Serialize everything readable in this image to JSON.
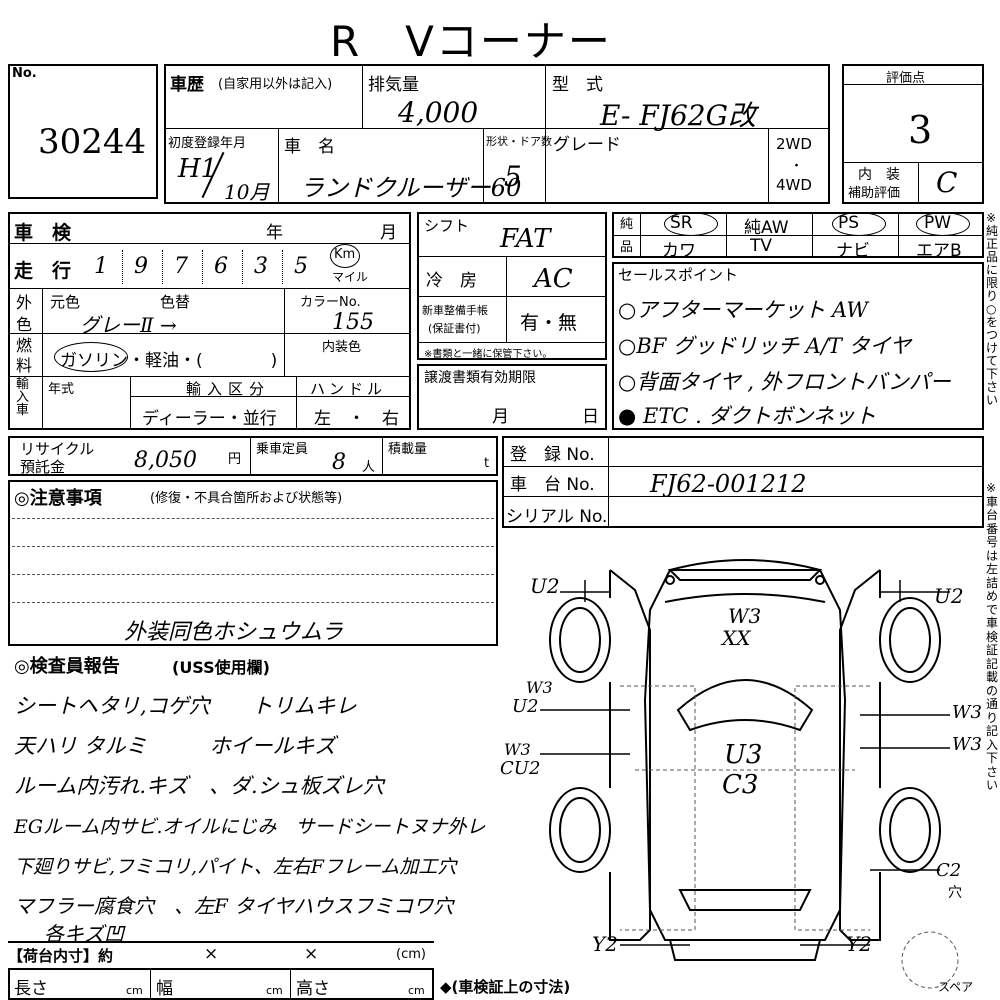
{
  "header": {
    "title": "R　Vコーナー"
  },
  "record": {
    "no_label": "No.",
    "no_value": "30244",
    "history_label": "車歴",
    "history_note": "(自家用以外は記入)",
    "displacement_label": "排気量",
    "displacement_value": "4,000",
    "model_label": "型　式",
    "model_value": "E- FJ62G改",
    "score_label": "評価点",
    "score_value": "3",
    "first_reg_label": "初度登録年月",
    "first_reg_era": "H1",
    "first_reg_month": "10月",
    "car_name_label": "車　名",
    "car_name_value": "ランドクルーザー60",
    "doors_label": "形状・ドア数",
    "doors_value": "5",
    "grade_label": "グレード",
    "drive_2wd": "2WD",
    "drive_dot": "・",
    "drive_4wd": "4WD",
    "interior_score_label_1": "内　装",
    "interior_score_label_2": "補助評価",
    "interior_score_value": "C"
  },
  "inspection": {
    "shaken_label": "車　検",
    "year_label": "年",
    "month_label": "月",
    "mileage_label": "走　行",
    "mileage_digits": [
      "1",
      "9",
      "7",
      "6",
      "3",
      "5"
    ],
    "mileage_unit_km": "Km",
    "mileage_unit_mile": "マイル",
    "exterior_label": "外色",
    "original_color_label": "元色",
    "repaint_label": "色替",
    "color_value": "グレーⅡ →",
    "color_no_label": "カラーNo.",
    "color_no_value": "155",
    "fuel_label": "燃料",
    "fuel_options": "ガソリン・軽油・(　　　　)",
    "interior_color_label": "内装色",
    "import_label": "輸入車",
    "year_type_label": "年式",
    "import_class_label": "輸入区分",
    "import_class_value": "ディーラー・並行",
    "handle_label": "ハンドル",
    "handle_value": "左　・　右",
    "recycle_label_1": "リサイクル",
    "recycle_label_2": "預託金",
    "recycle_value": "8,050",
    "recycle_unit": "円",
    "capacity_label": "乗車定員",
    "capacity_value": "8",
    "capacity_unit": "人",
    "load_label": "積載量",
    "load_unit": "t"
  },
  "shift": {
    "shift_label": "シフト",
    "shift_value": "FAT",
    "ac_label": "冷　房",
    "ac_value": "AC",
    "manual_label_1": "新車整備手帳",
    "manual_label_2": "(保証書付)",
    "manual_value": "有・無",
    "manual_note": "※書類と一緒に保管下さい。",
    "transfer_label": "譲渡書類有効期限",
    "transfer_month": "月",
    "transfer_day": "日"
  },
  "equipment": {
    "genuine_label_1": "純",
    "genuine_label_2": "品",
    "items_row1": [
      "SR",
      "純AW",
      "PS",
      "PW"
    ],
    "items_row2": [
      "カワ",
      "TV",
      "ナビ",
      "エアB"
    ]
  },
  "sales_points": {
    "label": "セールスポイント",
    "lines": [
      "○アフターマーケット AW",
      "○BF グッドリッチ A/T タイヤ",
      "○背面タイヤ , 外フロントバンパー",
      "● ETC . ダクトボンネット"
    ],
    "side_note_1": "※純正品に限り○をつけて下さい",
    "side_note_2": "※車台番号は左詰めで車検証記載の通り記入下さい"
  },
  "registration": {
    "reg_no_label": "登　録 No.",
    "chassis_label": "車　台 No.",
    "chassis_value": "FJ62-001212",
    "serial_label": "シリアル No."
  },
  "notes": {
    "label": "◎注意事項",
    "sublabel": "(修復・不具合箇所および状態等)",
    "text": "外装同色ホシュウムラ"
  },
  "inspector": {
    "label": "◎検査員報告",
    "sublabel": "(USS使用欄)",
    "lines": [
      "シートヘタリ,コゲ穴　　トリムキレ",
      "天ハリ タルミ　　　ホイールキズ",
      "ルーム内汚れ.キズ　、ダ.シュ板ズレ穴",
      "EGルーム内サビ.オイルにじみ　サードシートヌナ外レ",
      "下廻りサビ,フミコリ,パイト、左右Fフレーム加工穴",
      "マフラー腐食穴　、左F タイヤハウスフミコワ穴",
      "各キズ凹"
    ]
  },
  "diagram": {
    "labels": {
      "front_left": "U2",
      "front_right": "U2",
      "hood": "W3",
      "hood_marks": "XX",
      "left_front_door_a": "W3",
      "left_front_door_b": "U2",
      "left_rear_door_a": "W3",
      "left_rear_door_b": "CU2",
      "right_front_door": "W3",
      "right_rear_door": "W3",
      "roof_a": "U3",
      "roof_b": "C3",
      "right_rear": "C2",
      "right_rear_hole": "穴",
      "rear_left": "Y2",
      "rear_right": "Y2",
      "spare_label": "スペア"
    }
  },
  "cargo": {
    "label": "【荷台内寸】約",
    "times_1": "×",
    "times_2": "×",
    "unit": "(cm)",
    "length_label": "長さ",
    "width_label": "幅",
    "height_label": "高さ",
    "cm": "cm",
    "note": "◆(車検証上の寸法)"
  }
}
